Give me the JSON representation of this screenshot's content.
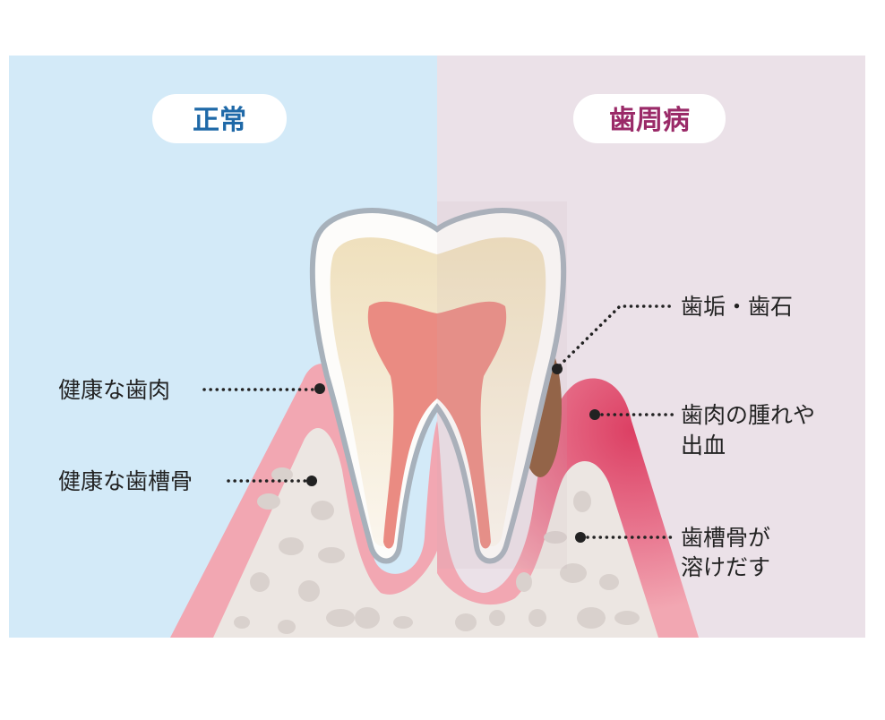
{
  "colors": {
    "normal_bg": "#d3eaf8",
    "disease_bg": "#ebe1e8",
    "normal_title": "#1f69a8",
    "disease_title": "#9a2a68",
    "gum_healthy": "#f2a7b2",
    "gum_inflamed": "#df4a69",
    "bone": "#ece6e2",
    "plaque": "#8c5a3a"
  },
  "panels": {
    "normal": {
      "title": "正常"
    },
    "disease": {
      "title": "歯周病"
    }
  },
  "labels": {
    "healthy_gum": "健康な歯肉",
    "healthy_bone": "健康な歯槽骨",
    "plaque": "歯垢・歯石",
    "gum_swelling_line1": "歯肉の腫れや",
    "gum_swelling_line2": "出血",
    "bone_loss_line1": "歯槽骨が",
    "bone_loss_line2": "溶けだす"
  }
}
